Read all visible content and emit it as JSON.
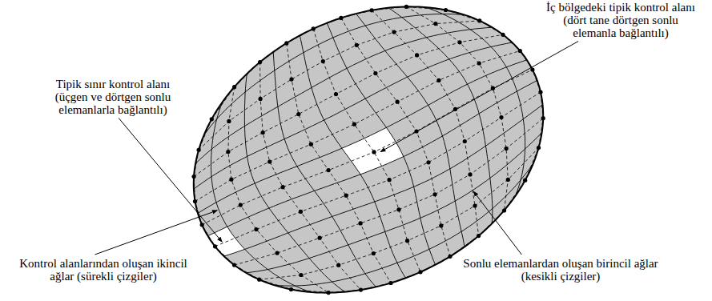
{
  "diagram": {
    "labels": [
      "İç bölgedeki tipik kontrol alanı (dört tane dörtgen sonlu elemanla bağlantılı)",
      "Tipik sınır kontrol alanı (üçgen ve dörtgen sonlu elemanlarla bağlantılı)",
      "Kontrol alanlarından oluşan ikincil ağlar (sürekli çizgiler)",
      "Sonlu elemanlardan oluşan birincil ağlar (kesikli çizgiler)"
    ]
  }
}
